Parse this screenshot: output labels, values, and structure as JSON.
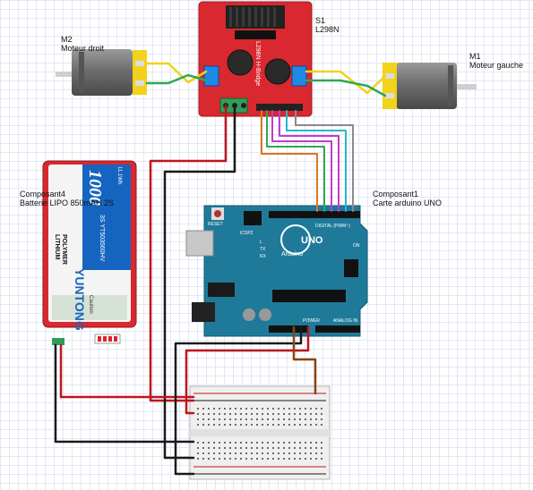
{
  "components": {
    "s1": {
      "ref": "S1",
      "part": "L298N",
      "board_text": "L298N H-Bridge"
    },
    "m1": {
      "ref": "M1",
      "part": "Moteur gauche"
    },
    "m2": {
      "ref": "M2",
      "part": "Moteur droit"
    },
    "arduino": {
      "ref": "Composant1",
      "part": "Carte arduino UNO",
      "logo": "UNO",
      "brand": "Arduino",
      "reset": "RESET",
      "icsp": "ICSP2",
      "digital": "DIGITAL (PWM~)",
      "analog": "ANALOG IN",
      "power": "POWER",
      "on": "ON",
      "tx": "TX",
      "rx": "RX",
      "l": "L"
    },
    "battery": {
      "ref": "Composant4",
      "part": "Batterie LIPO 850mAH 2S",
      "capacity": "1000",
      "chem1": "LITHIUM",
      "chem2": "POLYMER",
      "brand": "YUNTONG",
      "model": "3S YT503560HV",
      "rating": "11.1Wh",
      "caution": "Caution"
    }
  },
  "colors": {
    "board_red": "#d9282f",
    "arduino_blue": "#1f7a9a",
    "battery_blue": "#1565c0",
    "wire_red": "#c0141c",
    "wire_black": "#1a1a1a",
    "wire_brown": "#8b4513",
    "wire_green": "#2fa84f",
    "wire_cyan": "#29b6c8",
    "wire_magenta": "#c13bc9",
    "wire_gray": "#8a8a8a",
    "wire_orange": "#d9771f",
    "wire_yellow": "#f2d21b"
  }
}
